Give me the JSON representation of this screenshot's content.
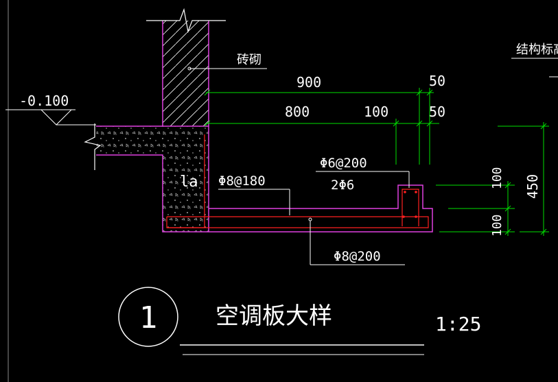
{
  "colors": {
    "background": "#000000",
    "outline": "#e040e0",
    "dimension": "#00e000",
    "rebar": "#ff2020",
    "text": "#ffffff",
    "frame": "#8a8a8a"
  },
  "labels": {
    "wall_material": "砖砌",
    "level": "-0.100",
    "structure_level": "结构标高",
    "anchorage": "la",
    "bottom_bar": "Φ8@180",
    "stirrup": "Φ6@200",
    "edge_bars": "2Φ6",
    "distribution_bar": "Φ8@200"
  },
  "dimensions": {
    "top_total": "900",
    "top_end": "50",
    "mid_main": "800",
    "mid_sub": "100",
    "mid_end": "50",
    "right_upper": "100",
    "right_lower": "100",
    "right_total": "450"
  },
  "title": {
    "detail_number": "1",
    "name": "空调板大样",
    "scale": "1:25"
  }
}
